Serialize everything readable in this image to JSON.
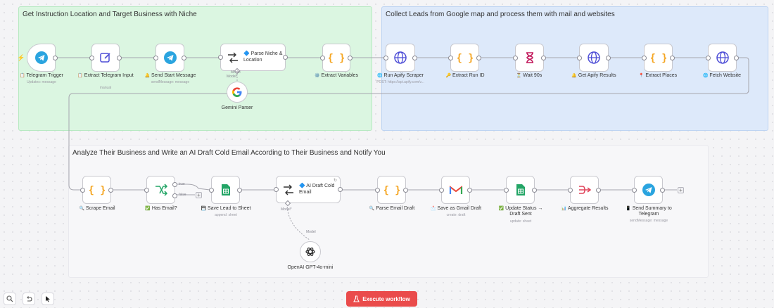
{
  "stickies": {
    "green_title": "Get Instruction Location and Target Business with Niche",
    "blue_title": "Collect Leads from Google map and process them with mail and websites",
    "gray_title": "Analyze Their Business and Write an AI Draft Cold Email According to Their Business and Notify You"
  },
  "nodes": {
    "telegram_trigger": {
      "emoji": "📋",
      "label": "Telegram Trigger",
      "sub": "Updates: message"
    },
    "extract_input": {
      "emoji": "📋",
      "label": "Extract Telegram Input",
      "sub": "manual"
    },
    "send_start": {
      "emoji": "🔔",
      "label": "Send Start Message",
      "sub": "sendMessage: message"
    },
    "parse_niche": {
      "label": "🔷 Parse Niche & Location",
      "model_tag": "Model*",
      "port_tag": "Model"
    },
    "gemini": {
      "label": "Gemini Parser"
    },
    "extract_vars": {
      "emoji": "⚙️",
      "label": "Extract Variables"
    },
    "run_apify": {
      "emoji": "🌐",
      "label": "Run Apify Scraper",
      "sub": "POST: https://api.apify.com/v..."
    },
    "extract_run": {
      "emoji": "🔑",
      "label": "Extract Run ID"
    },
    "wait": {
      "emoji": "⏳",
      "label": "Wait 90s"
    },
    "get_apify": {
      "emoji": "🔔",
      "label": "Get Apify Results"
    },
    "extract_places": {
      "emoji": "📍",
      "label": "Extract Places"
    },
    "fetch_website": {
      "emoji": "🌐",
      "label": "Fetch Website"
    },
    "scrape_email": {
      "emoji": "🔍",
      "label": "Scrape Email"
    },
    "has_email": {
      "emoji": "✅",
      "label": "Has Email?",
      "true_tag": "true",
      "false_tag": "false"
    },
    "save_lead": {
      "emoji": "💾",
      "label": "Save Lead to Sheet",
      "sub": "append: sheet"
    },
    "ai_draft": {
      "label": "🔷 AI Draft Cold Email",
      "model_tag": "Model*",
      "port_tag": "Model"
    },
    "openai": {
      "label": "OpenAI GPT-4o-mini"
    },
    "parse_draft": {
      "emoji": "🔍",
      "label": "Parse Email Draft"
    },
    "save_gmail": {
      "emoji": "📩",
      "label": "Save as Gmail Draft",
      "sub": "create: draft"
    },
    "update_status": {
      "emoji": "✅",
      "label": "Update Status → Draft Sent",
      "sub": "update: sheet"
    },
    "aggregate": {
      "emoji": "📊",
      "label": "Aggregate Results"
    },
    "send_summary": {
      "emoji": "📱",
      "label": "Send Summary to Telegram",
      "sub": "sendMessage: message"
    }
  },
  "toolbar": {
    "execute_label": "Execute workflow"
  },
  "colors": {
    "telegram": "#2aa4df",
    "code": "#f5a623",
    "http": "#4d4dd6",
    "sheets": "#23a566",
    "gmail": "#ea4335",
    "execute": "#ea4b4b"
  }
}
